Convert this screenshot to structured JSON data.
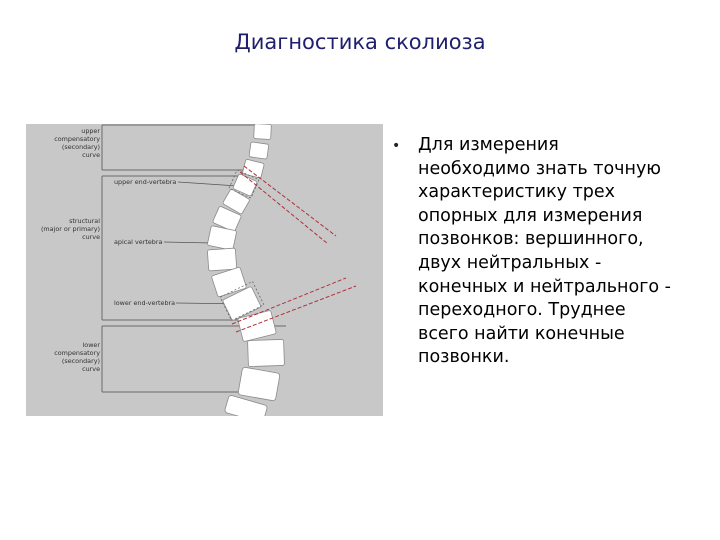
{
  "slide": {
    "title": "Диагностика сколиоза",
    "bullet_marker": "•",
    "bullet_text": "Для измерения\nнеобходимо знать точную\nхарактеристику трех\nопорных для измерения\nпозвонков: вершинного,\nдвух нейтральных -\nконечных и нейтрального -\nпереходного. Труднее\nвсего найти конечные\nпозвонки."
  },
  "diagram": {
    "labels": {
      "upper_curve": [
        "upper",
        "compensatory",
        "(secondary)",
        "curve"
      ],
      "structural_curve": [
        "structural",
        "(major or primary)",
        "curve"
      ],
      "lower_curve": [
        "lower",
        "compensatory",
        "(secondary)",
        "curve"
      ],
      "upper_end_vertebra": "upper end-vertebra",
      "apical_vertebra": "apical vertebra",
      "lower_end_vertebra": "lower end-vertebra"
    },
    "colors": {
      "background": "#c8c8c8",
      "vertebra": "#ffffff",
      "measure_line": "#b0303a"
    }
  }
}
